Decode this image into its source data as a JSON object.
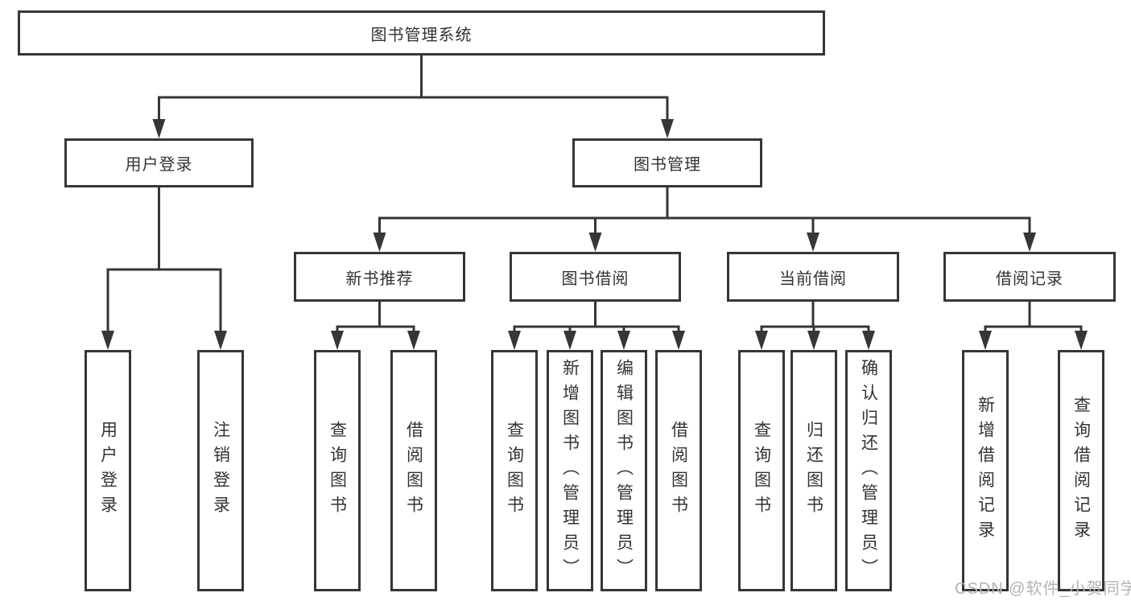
{
  "root": {
    "label": "图书管理系统"
  },
  "level2": {
    "user_login": {
      "label": "用户登录"
    },
    "book_management": {
      "label": "图书管理"
    }
  },
  "login_children": [
    {
      "label": "用户登录"
    },
    {
      "label": "注销登录"
    }
  ],
  "groups": [
    {
      "label": "新书推荐",
      "children": [
        {
          "label": "查询图书"
        },
        {
          "label": "借阅图书"
        }
      ]
    },
    {
      "label": "图书借阅",
      "children": [
        {
          "label": "查询图书"
        },
        {
          "label": "新增图书（管理员）"
        },
        {
          "label": "编辑图书（管理员）"
        },
        {
          "label": "借阅图书"
        }
      ]
    },
    {
      "label": "当前借阅",
      "children": [
        {
          "label": "查询图书"
        },
        {
          "label": "归还图书"
        },
        {
          "label": "确认归还（管理员）"
        }
      ]
    },
    {
      "label": "借阅记录",
      "children": [
        {
          "label": "新增借阅记录"
        },
        {
          "label": "查询借阅记录"
        }
      ]
    }
  ],
  "watermark": "CSDN @软件_小贺同学",
  "colors": {
    "line": "#363636",
    "box_border": "#363636",
    "box_fill": "#ffffff",
    "text": "#333333",
    "watermark": "#b3b3b3",
    "background": "#ffffff"
  }
}
